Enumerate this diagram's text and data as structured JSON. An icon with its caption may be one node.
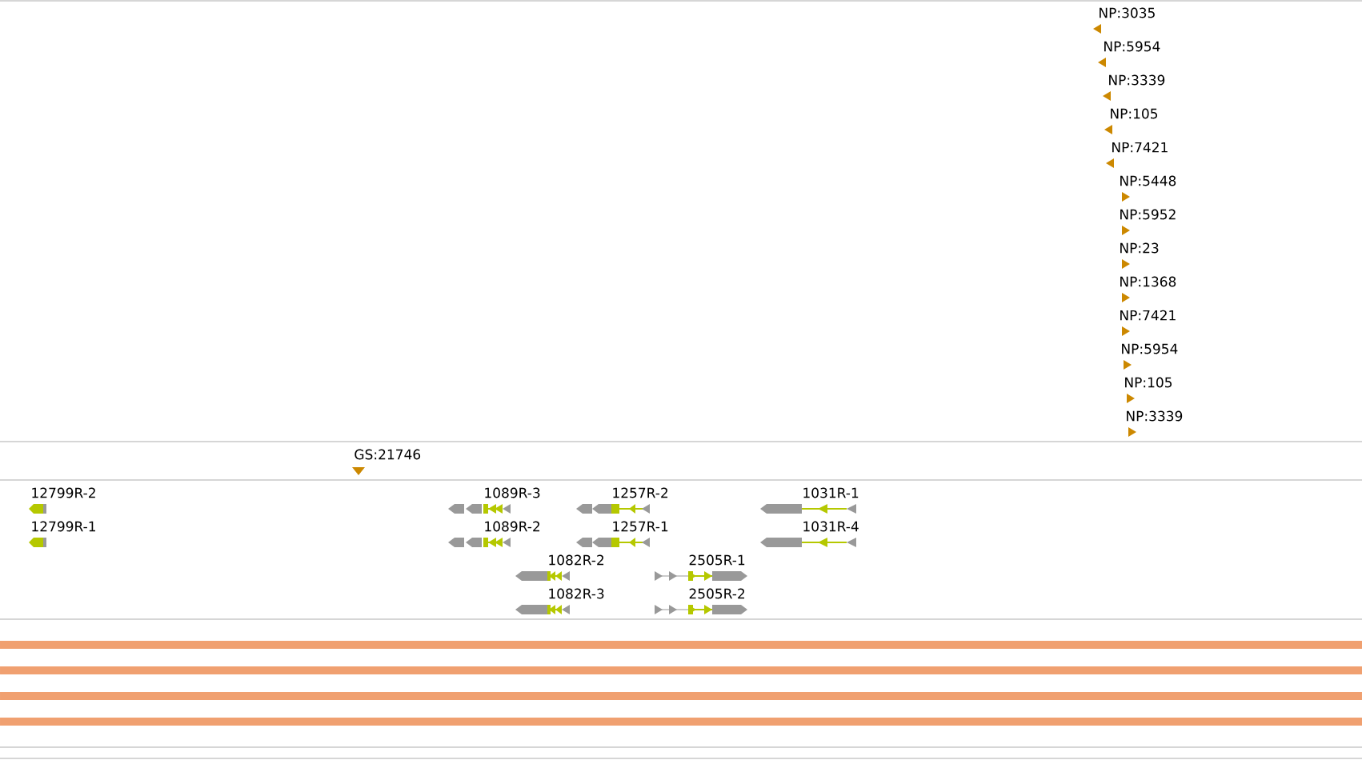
{
  "diagram": {
    "labels": [
      "NP:3035",
      "NP:5954",
      "NP:3339",
      "NP:105",
      "NP:7421",
      "NP:5448",
      "NP:5952",
      "NP:23",
      "NP:1368",
      "NP:7421",
      "NP:5954",
      "NP:105",
      "NP:3339",
      "GS:21746",
      "12799R-2",
      "1089R-3",
      "1257R-2",
      "1031R-1",
      "12799R-1",
      "1089R-2",
      "1257R-1",
      "1031R-4",
      "1082R-2",
      "2505R-1",
      "1082R-3",
      "2505R-2"
    ]
  }
}
